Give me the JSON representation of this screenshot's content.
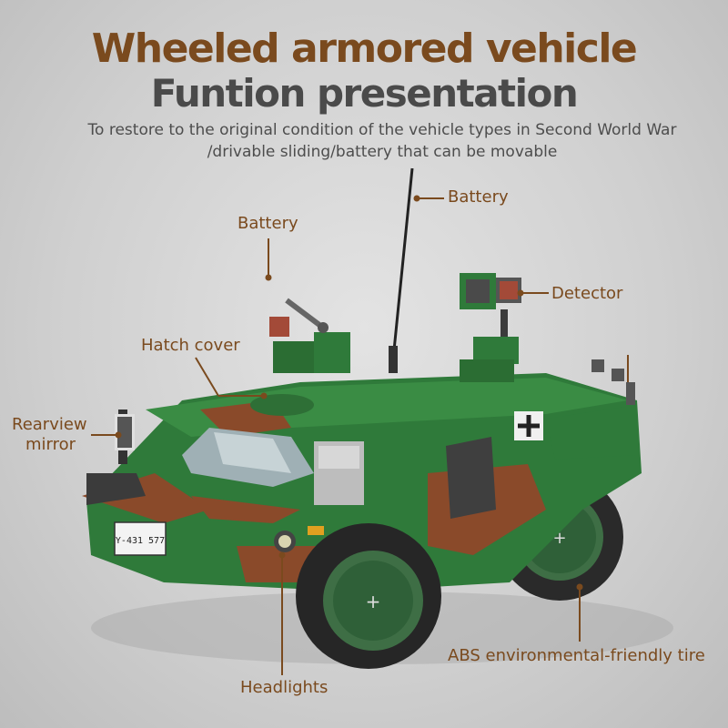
{
  "header": {
    "title_line1": "Wheeled armored vehicle",
    "title_line2": "Funtion presentation",
    "subtitle_line1": "To restore to the original condition of the vehicle types in Second World War",
    "subtitle_line2": "/drivable sliding/battery that can be movable"
  },
  "callouts": {
    "battery_antenna": "Battery",
    "battery_gun": "Battery",
    "detector": "Detector",
    "hatch_cover": "Hatch cover",
    "rearview_mirror_line1": "Rearview",
    "rearview_mirror_line2": "mirror",
    "headlights": "Headlights",
    "tire": "ABS environmental-friendly tire"
  },
  "vehicle": {
    "license_plate": "Y-431 577"
  },
  "colors": {
    "accent_brown": "#7a4a1e",
    "title_gray": "#4a4a4a",
    "camo_green": "#2f7a3a",
    "camo_brown": "#8a4a2a"
  }
}
